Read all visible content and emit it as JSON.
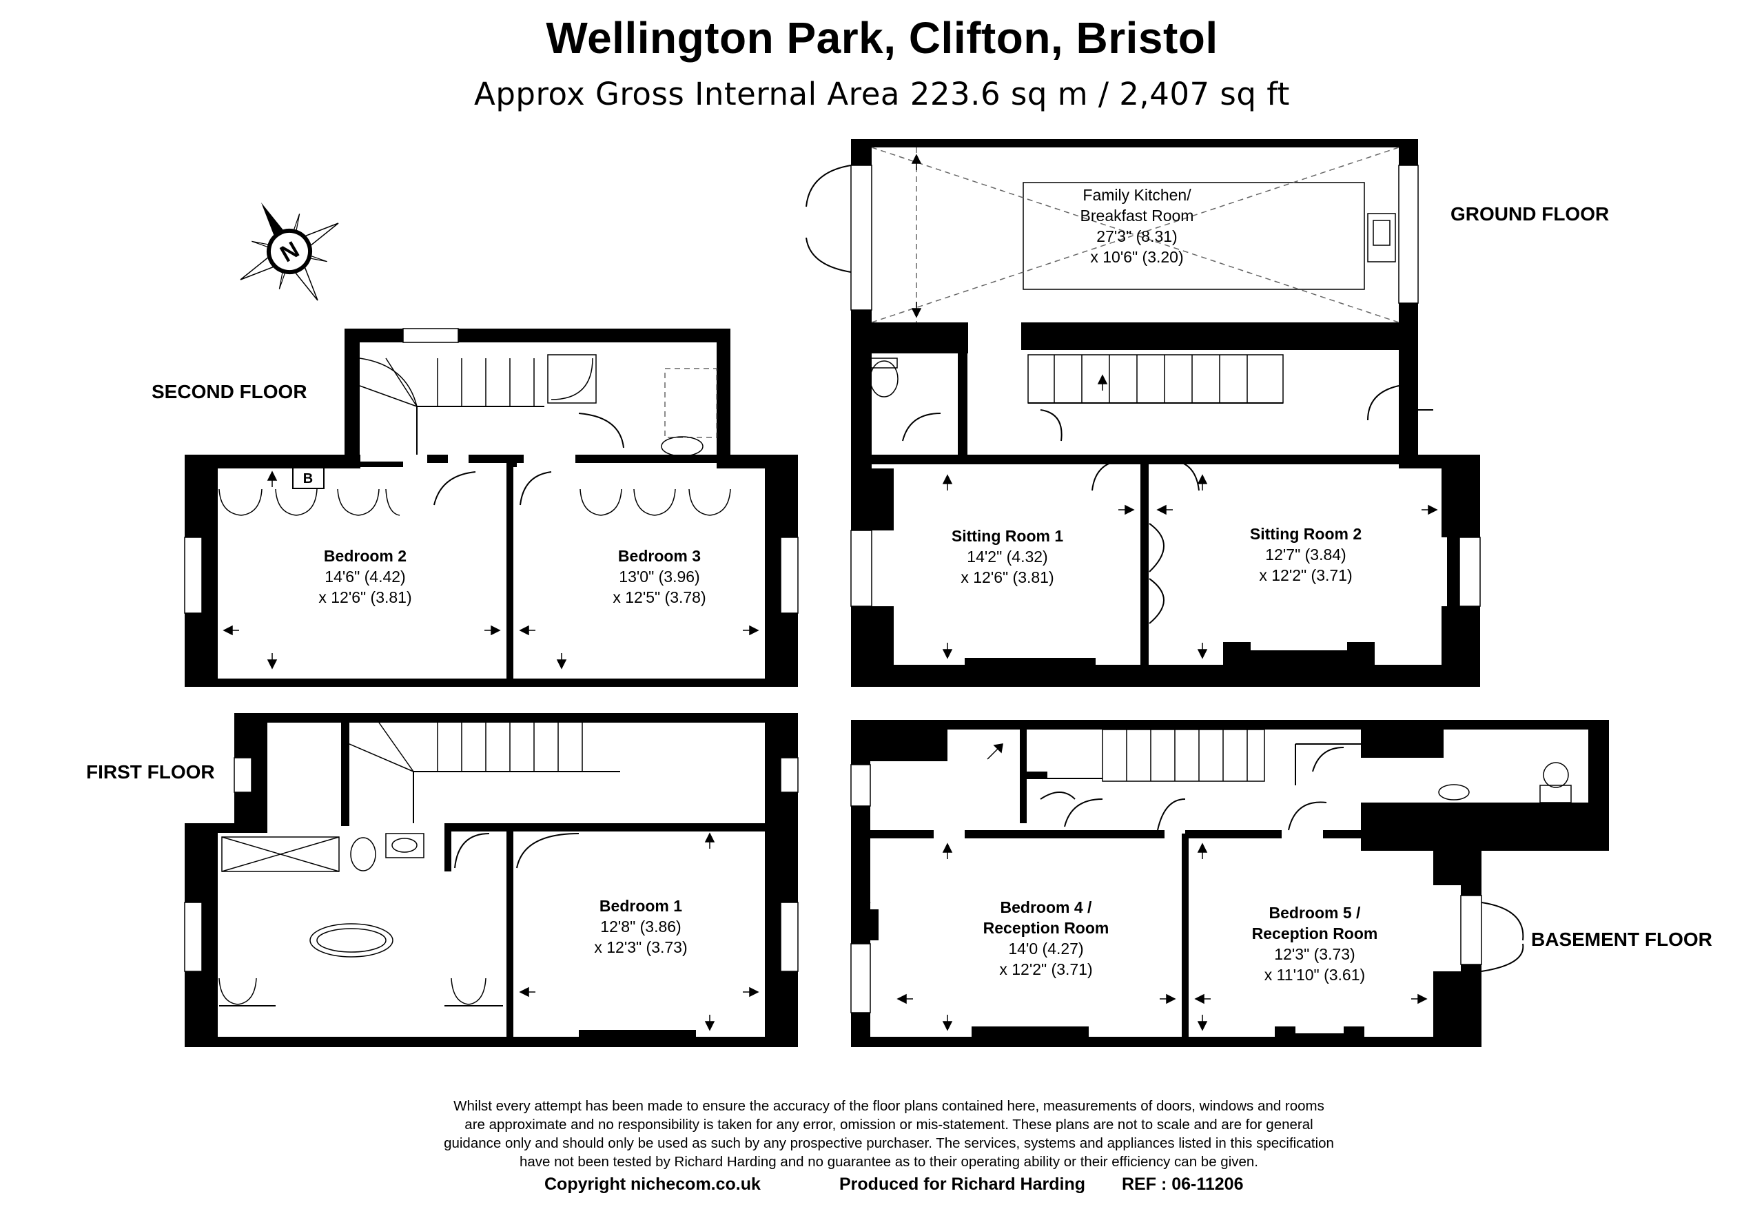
{
  "header": {
    "title": "Wellington Park,  Clifton,  Bristol",
    "subtitle": "Approx Gross Internal Area 223.6 sq m / 2,407 sq ft"
  },
  "floors": {
    "ground": "GROUND FLOOR",
    "second": "SECOND FLOOR",
    "first": "FIRST FLOOR",
    "basement": "BASEMENT FLOOR"
  },
  "compass": {
    "label": "N"
  },
  "rooms": {
    "kitchen": {
      "name1": "Family Kitchen/",
      "name2": "Breakfast Room",
      "dim1": "27'3\" (8.31)",
      "dim2": "x 10'6\" (3.20)"
    },
    "sitting1": {
      "name": "Sitting Room 1",
      "dim1": "14'2\" (4.32)",
      "dim2": "x 12'6\" (3.81)"
    },
    "sitting2": {
      "name": "Sitting Room 2",
      "dim1": "12'7\" (3.84)",
      "dim2": "x 12'2\" (3.71)"
    },
    "bedroom2": {
      "name": "Bedroom 2",
      "dim1": "14'6\" (4.42)",
      "dim2": "x 12'6\" (3.81)"
    },
    "bedroom3": {
      "name": "Bedroom 3",
      "dim1": "13'0\" (3.96)",
      "dim2": "x 12'5\" (3.78)"
    },
    "bedroom1": {
      "name": "Bedroom 1",
      "dim1": "12'8\" (3.86)",
      "dim2": "x 12'3\" (3.73)"
    },
    "bedroom4": {
      "name1": "Bedroom 4 /",
      "name2": "Reception Room",
      "dim1": "14'0 (4.27)",
      "dim2": "x 12'2\" (3.71)"
    },
    "bedroom5": {
      "name1": "Bedroom 5 /",
      "name2": "Reception Room",
      "dim1": "12'3\" (3.73)",
      "dim2": "x 11'10\" (3.61)"
    },
    "boiler": "B"
  },
  "disclaimer": [
    "Whilst every attempt has been made to ensure the accuracy of the floor plans contained here, measurements of doors, windows and rooms",
    "are approximate and no responsibility is taken for any error, omission or mis-statement. These plans are not to scale and are for general",
    "guidance only and should only be used as such by any prospective purchaser. The services, systems and appliances listed in this specification",
    "have not been tested by Richard Harding and no guarantee as to their operating ability or their efficiency can be given."
  ],
  "footer": {
    "copyright": "Copyright nichecom.co.uk",
    "produced": "Produced for Richard Harding",
    "ref": "REF : 06-11206"
  }
}
